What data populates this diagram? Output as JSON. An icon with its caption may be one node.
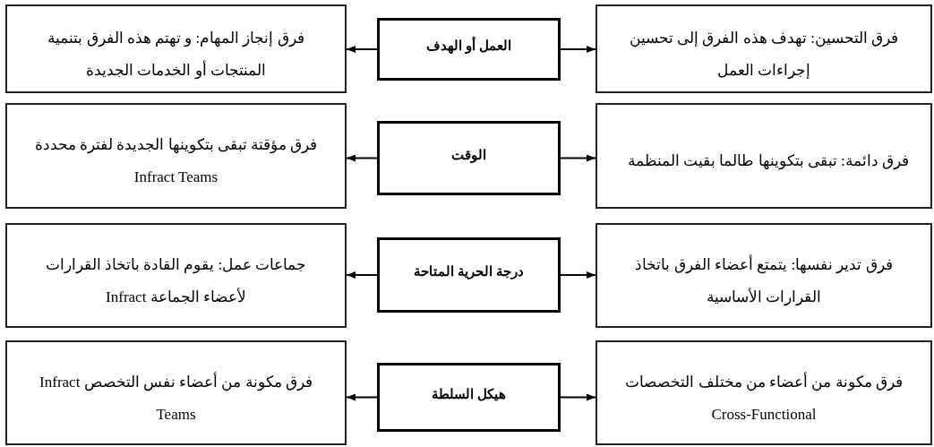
{
  "diagram": {
    "nodes": [
      {
        "text": [
          "العمل أو الهدف"
        ]
      },
      {
        "text": [
          "فرق التحسين: تهدف هذه الفرق إلى تحسين إجراءات العمل"
        ]
      },
      {
        "text": [
          "فرق إنجاز المهام: و تهتم هذه الفرق بتنمية المنتجات أو الخدمات الجديدة"
        ]
      },
      {
        "text": [
          "الوقت"
        ]
      },
      {
        "text": [
          "فرق دائمة: تبقى بتكوينها طالما بقيت المنظمة"
        ]
      },
      {
        "text": [
          "فرق مؤقتة تبقى بتكوينها الجديدة لفترة محددة Infract Teams"
        ]
      },
      {
        "text": [
          "درجة الحرية المتاحة"
        ]
      },
      {
        "text": [
          "فرق تدير نفسها: يتمتع أعضاء الفرق باتخاذ القرارات الأساسية"
        ]
      },
      {
        "text": [
          "جماعات عمل: يقوم القادة باتخاذ القرارات لأعضاء الجماعة Infract"
        ]
      },
      {
        "text": [
          "هيكل السلطة"
        ]
      },
      {
        "text": [
          "فرق مكونة من أعضاء من مختلف التخصصات Cross-Functional"
        ]
      },
      {
        "text": [
          "فرق مكونة من أعضاء نفس التخصص Infract Teams"
        ]
      }
    ],
    "edges": [
      {
        "from": 0,
        "to": 1,
        "arrow": "to"
      },
      {
        "from": 0,
        "to": 2,
        "arrow": "to"
      },
      {
        "from": 3,
        "to": 4,
        "arrow": "to"
      },
      {
        "from": 3,
        "to": 5,
        "arrow": "to"
      },
      {
        "from": 6,
        "to": 7,
        "arrow": "to"
      },
      {
        "from": 6,
        "to": 8,
        "arrow": "to"
      },
      {
        "from": 9,
        "to": 10,
        "arrow": "to"
      },
      {
        "from": 9,
        "to": 11,
        "arrow": "to"
      }
    ]
  }
}
